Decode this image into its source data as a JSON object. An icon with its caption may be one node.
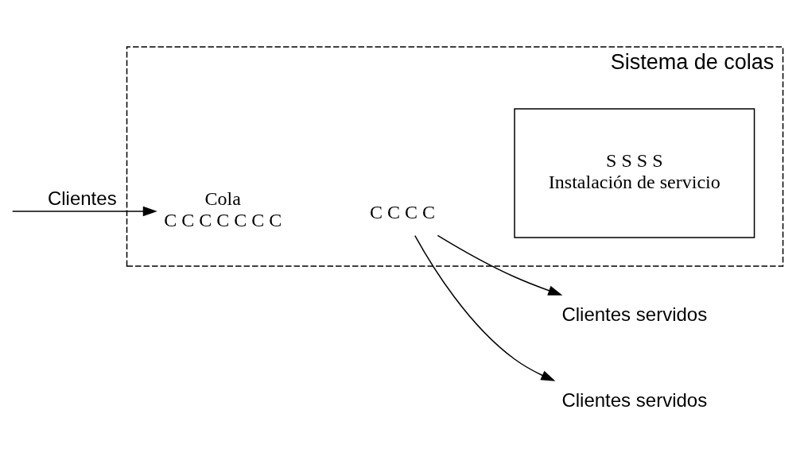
{
  "diagram": {
    "nodes": [
      {
        "text": [
          "Sistema de colas"
        ]
      },
      {
        "text": [
          "Cola",
          "C C C C C C C"
        ],
        "in": 0
      },
      {
        "text": [
          "C C C C"
        ],
        "in": 0
      },
      {
        "text": [
          "S S S S",
          "Instalación de servicio"
        ],
        "in": 0
      },
      {
        "text": [
          "Clientes servidos"
        ]
      },
      {
        "text": [
          "Clientes servidos"
        ]
      }
    ],
    "edges": [
      {
        "from": null,
        "to": 1,
        "arrow": "to",
        "label": "Clientes"
      },
      {
        "from": 2,
        "to": 4,
        "arrow": "to"
      },
      {
        "from": 2,
        "to": 5,
        "arrow": "to"
      }
    ]
  }
}
